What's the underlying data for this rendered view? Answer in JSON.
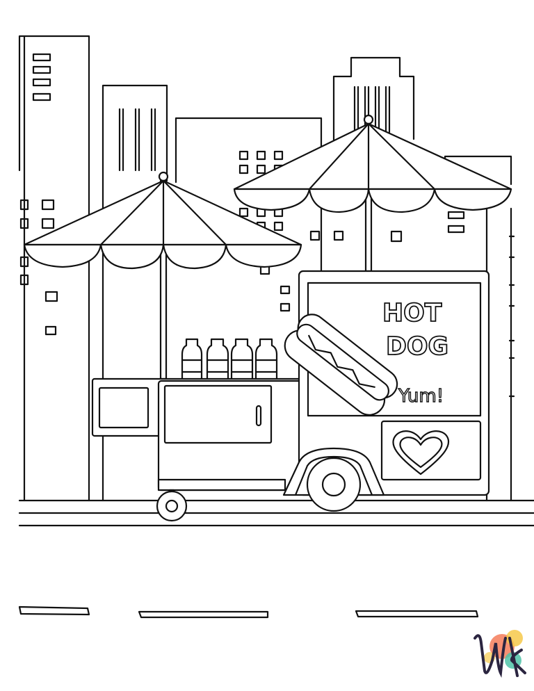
{
  "sign": {
    "line1": "HOT",
    "line2": "DOG",
    "tagline": "Yum!"
  },
  "logo": {
    "letters": "WK",
    "colors": [
      "#f47c5a",
      "#f6c94a",
      "#4fc3a8",
      "#2b2540"
    ]
  },
  "colors": {
    "line": "#111111",
    "background": "#ffffff"
  }
}
